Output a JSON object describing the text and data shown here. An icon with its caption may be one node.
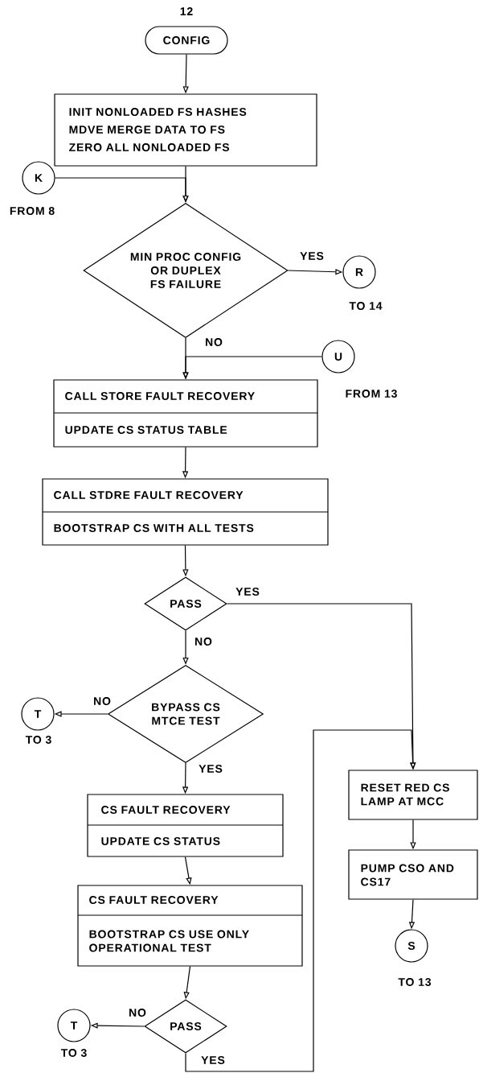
{
  "diagram": {
    "nodes": [
      {
        "text": [
          "CONFIG"
        ],
        "beside": [
          "12"
        ]
      },
      {
        "text": [
          "INIT NONLOADED FS HASHES",
          "MDVE MERGE DATA TO FS",
          "ZERO ALL NONLOADED FS"
        ]
      },
      {
        "text": [
          "K"
        ],
        "beside": [
          "FROM 8"
        ]
      },
      {
        "text": [
          "MIN PROC CONFIG OR DUPLEX FS FAILURE"
        ]
      },
      {
        "text": [
          "R"
        ],
        "beside": [
          "TO 14"
        ]
      },
      {
        "text": [
          "U"
        ],
        "beside": [
          "FROM 13"
        ]
      },
      {
        "text": [
          "CALL STORE FAULT RECOVERY",
          "UPDATE CS STATUS TABLE"
        ]
      },
      {
        "text": [
          "CALL STDRE FAULT RECOVERY",
          "BOOTSTRAP CS WITH ALL TESTS"
        ]
      },
      {
        "text": [
          "PASS"
        ]
      },
      {
        "text": [
          "BYPASS CS MTCE TEST"
        ]
      },
      {
        "text": [
          "T"
        ],
        "beside": [
          "TO 3"
        ]
      },
      {
        "text": [
          "CS FAULT RECOVERY",
          "UPDATE CS STATUS"
        ]
      },
      {
        "text": [
          "CS FAULT RECOVERY",
          "BOOTSTRAP CS USE ONLY OPERATIONAL TEST"
        ]
      },
      {
        "text": [
          "PASS"
        ]
      },
      {
        "text": [
          "T"
        ],
        "beside": [
          "TO 3"
        ]
      },
      {
        "text": [
          "RESET RED CS LAMP AT MCC"
        ]
      },
      {
        "text": [
          "PUMP CSO AND CS17"
        ]
      },
      {
        "text": [
          "S"
        ],
        "beside": [
          "TO 13"
        ]
      }
    ],
    "edges": [
      {
        "from": 0,
        "to": 1,
        "arrow": "to"
      },
      {
        "from": 1,
        "to": 3,
        "arrow": "to"
      },
      {
        "from": 2,
        "to": 3,
        "arrow": "to"
      },
      {
        "from": 3,
        "to": 4,
        "arrow": "to",
        "label": "YES"
      },
      {
        "from": 3,
        "to": 6,
        "arrow": "to",
        "label": "NO"
      },
      {
        "from": 5,
        "to": 6,
        "arrow": "to"
      },
      {
        "from": 6,
        "to": 7,
        "arrow": "to"
      },
      {
        "from": 7,
        "to": 8,
        "arrow": "to"
      },
      {
        "from": 8,
        "to": 9,
        "arrow": "to",
        "label": "NO"
      },
      {
        "from": 8,
        "to": 15,
        "arrow": "to",
        "label": "YES"
      },
      {
        "from": 9,
        "to": 10,
        "arrow": "to",
        "label": "NO"
      },
      {
        "from": 9,
        "to": 11,
        "arrow": "to",
        "label": "YES"
      },
      {
        "from": 11,
        "to": 12,
        "arrow": "to"
      },
      {
        "from": 12,
        "to": 13,
        "arrow": "to"
      },
      {
        "from": 13,
        "to": 14,
        "arrow": "to",
        "label": "NO"
      },
      {
        "from": 13,
        "to": 15,
        "arrow": "to",
        "label": "YES"
      },
      {
        "from": 15,
        "to": 16,
        "arrow": "to"
      },
      {
        "from": 16,
        "to": 17,
        "arrow": "to"
      }
    ]
  }
}
